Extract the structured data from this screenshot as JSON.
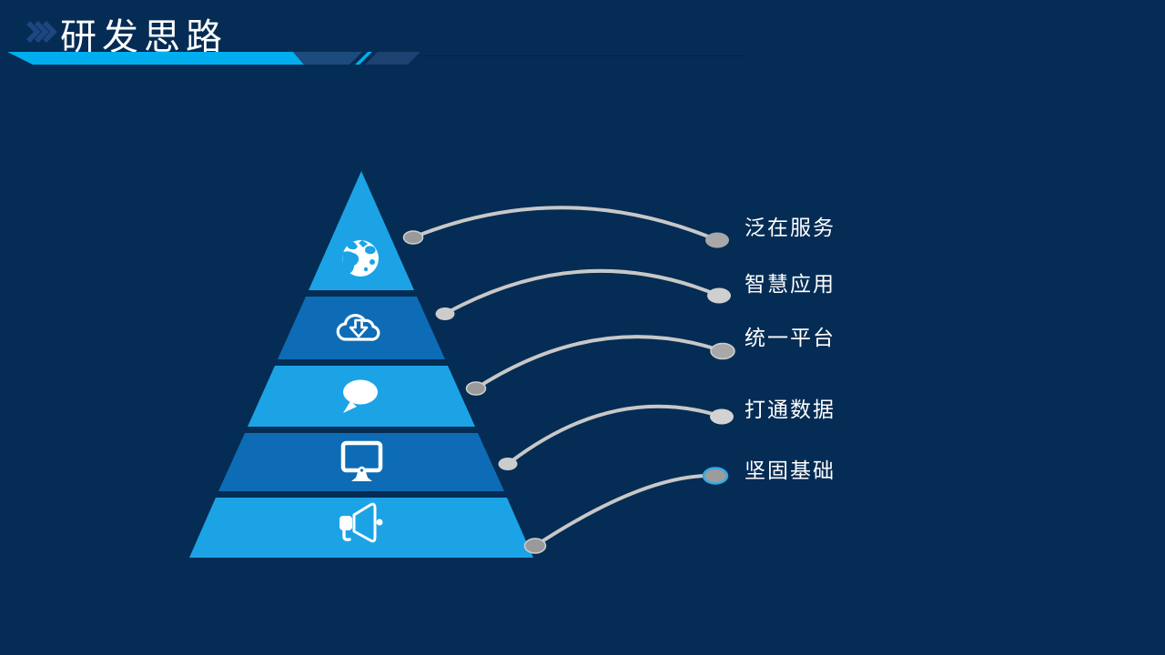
{
  "slide": {
    "title": "研发思路",
    "background_color": "#052C54"
  },
  "header": {
    "chevron_icon": "triple-chevron-right-icon",
    "accent_cyan": "#00AEEF",
    "accent_dark_blue": "#1E4B7D",
    "accent_dark_blue_2": "#1B4270"
  },
  "pyramid": {
    "type": "pyramid-5-levels",
    "bright_level_color": "#1BA3E6",
    "dark_level_color": "#0D6CB5",
    "connector_line_color": "#C8C8C8",
    "connector_dot_dark": "#9A9A9A",
    "connector_dot_light": "#CFCFCF",
    "highlight_dot_ring": "#2FABE3",
    "levels": [
      {
        "rank": 1,
        "icon": "globe-icon",
        "label": "泛在服务"
      },
      {
        "rank": 2,
        "icon": "cloud-download-icon",
        "label": "智慧应用"
      },
      {
        "rank": 3,
        "icon": "speech-bubble-icon",
        "label": "统一平台"
      },
      {
        "rank": 4,
        "icon": "monitor-icon",
        "label": "打通数据"
      },
      {
        "rank": 5,
        "icon": "megaphone-icon",
        "label": "坚固基础"
      }
    ]
  }
}
